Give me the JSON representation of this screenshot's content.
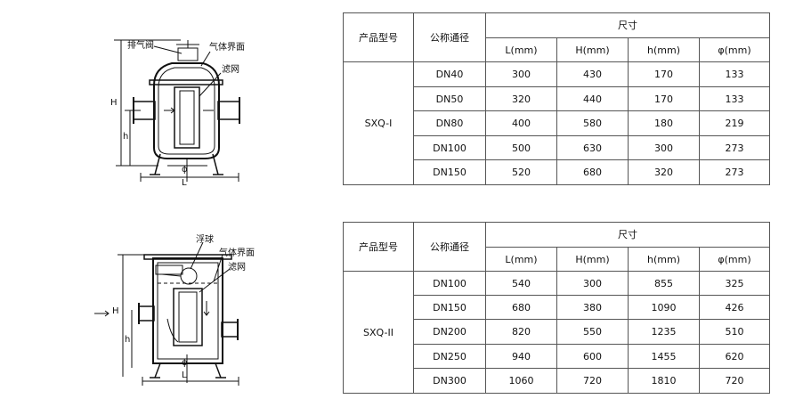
{
  "diagram1": {
    "labels": {
      "vent_valve": "排气阀",
      "gas_interface": "气体界面",
      "filter_screen": "滤网",
      "dim_H": "H",
      "dim_h": "h",
      "dim_phi": "ϕ",
      "dim_L": "L"
    }
  },
  "diagram2": {
    "labels": {
      "float_ball": "浮球",
      "gas_interface": "气体界面",
      "filter_screen": "滤网",
      "dim_H": "H",
      "dim_h": "h",
      "dim_phi": "ϕ",
      "dim_L": "L"
    }
  },
  "table1": {
    "headers": {
      "model": "产品型号",
      "nominal": "公称通径",
      "size": "尺寸",
      "L": "L(mm)",
      "H": "H(mm)",
      "h": "h(mm)",
      "phi": "φ(mm)"
    },
    "model": "SXQ-I",
    "rows": [
      [
        "DN40",
        "300",
        "430",
        "170",
        "133"
      ],
      [
        "DN50",
        "320",
        "440",
        "170",
        "133"
      ],
      [
        "DN80",
        "400",
        "580",
        "180",
        "219"
      ],
      [
        "DN100",
        "500",
        "630",
        "300",
        "273"
      ],
      [
        "DN150",
        "520",
        "680",
        "320",
        "273"
      ]
    ]
  },
  "table2": {
    "headers": {
      "model": "产品型号",
      "nominal": "公称通径",
      "size": "尺寸",
      "L": "L(mm)",
      "H": "H(mm)",
      "h": "h(mm)",
      "phi": "φ(mm)"
    },
    "model": "SXQ-II",
    "rows": [
      [
        "DN100",
        "540",
        "300",
        "855",
        "325"
      ],
      [
        "DN150",
        "680",
        "380",
        "1090",
        "426"
      ],
      [
        "DN200",
        "820",
        "550",
        "1235",
        "510"
      ],
      [
        "DN250",
        "940",
        "600",
        "1455",
        "620"
      ],
      [
        "DN300",
        "1060",
        "720",
        "1810",
        "720"
      ]
    ]
  }
}
